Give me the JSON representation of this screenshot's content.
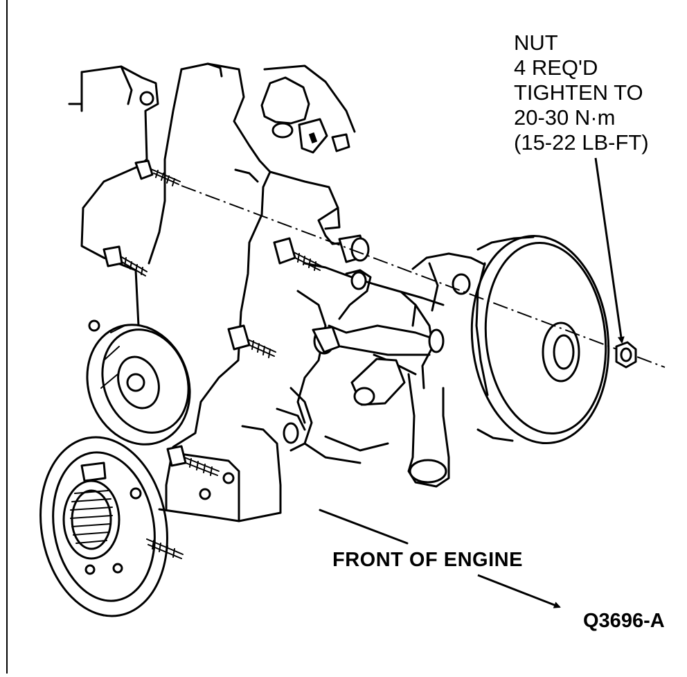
{
  "callout": {
    "line1": "NUT",
    "line2": "4 REQ'D",
    "line3": "TIGHTEN TO",
    "line4": "20-30 N·m",
    "line5": "(15-22 LB-FT)"
  },
  "front_label": "FRONT OF ENGINE",
  "figure_id": "Q3696-A"
}
